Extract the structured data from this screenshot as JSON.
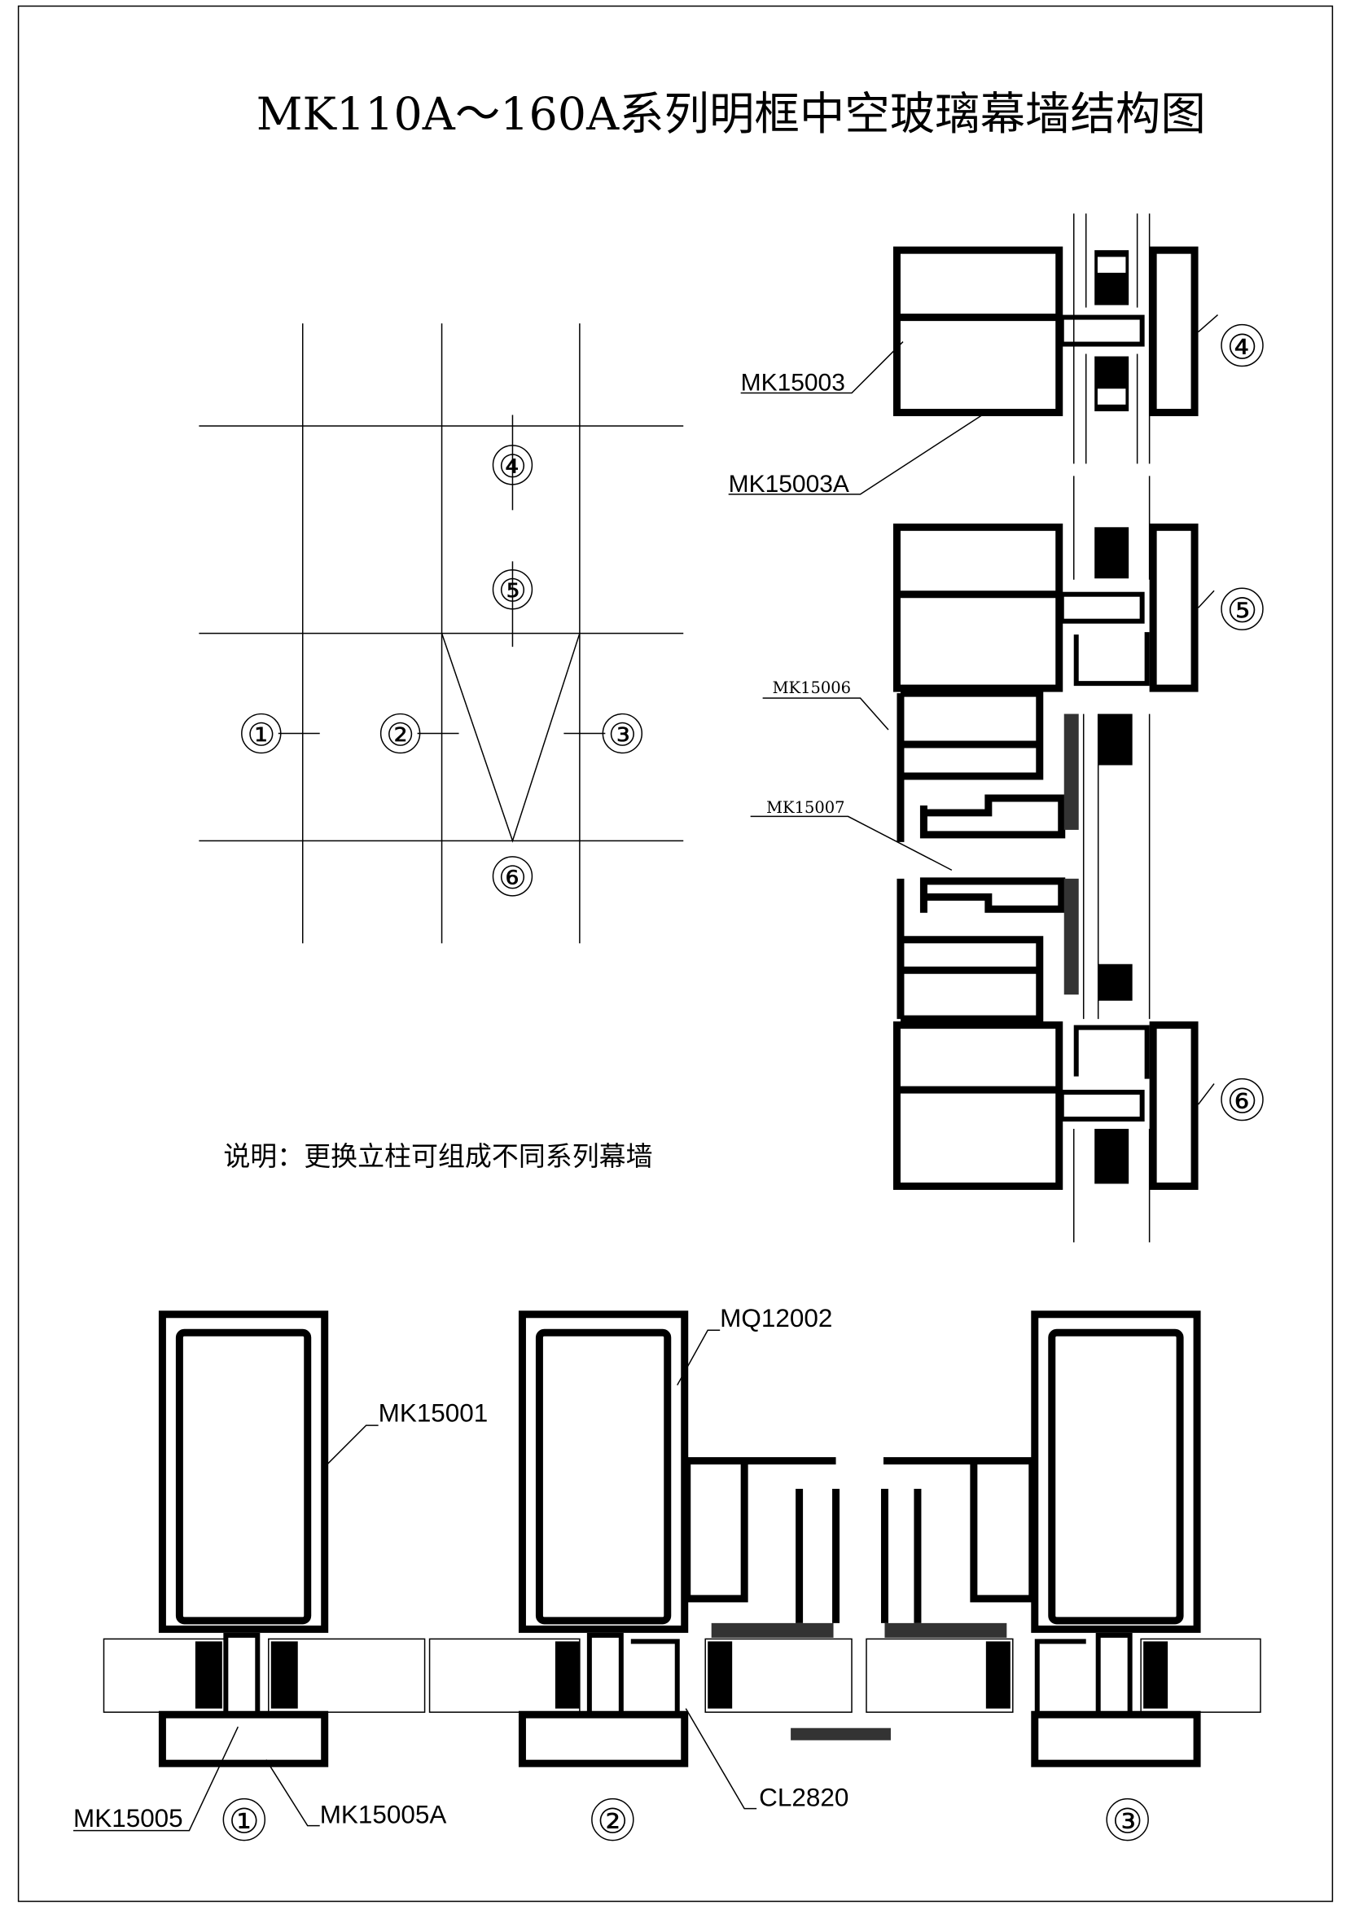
{
  "title": "MK110A～160A系列明框中空玻璃幕墙结构图",
  "note": "说明：更换立柱可组成不同系列幕墙",
  "grid_markers": [
    "①",
    "②",
    "③",
    "④",
    "⑤",
    "⑥"
  ],
  "section_markers": {
    "right": [
      "④",
      "⑤",
      "⑥"
    ],
    "bottom": [
      "①",
      "②",
      "③"
    ]
  },
  "labels": {
    "mk15003": "MK15003",
    "mk15003a": "MK15003A",
    "mk15006": "MK15006",
    "mk15007": "MK15007",
    "mq12002": "MQ12002",
    "mk15001": "MK15001",
    "mk15005": "MK15005",
    "mk15005a": "MK15005A",
    "cl2820": "CL2820"
  }
}
